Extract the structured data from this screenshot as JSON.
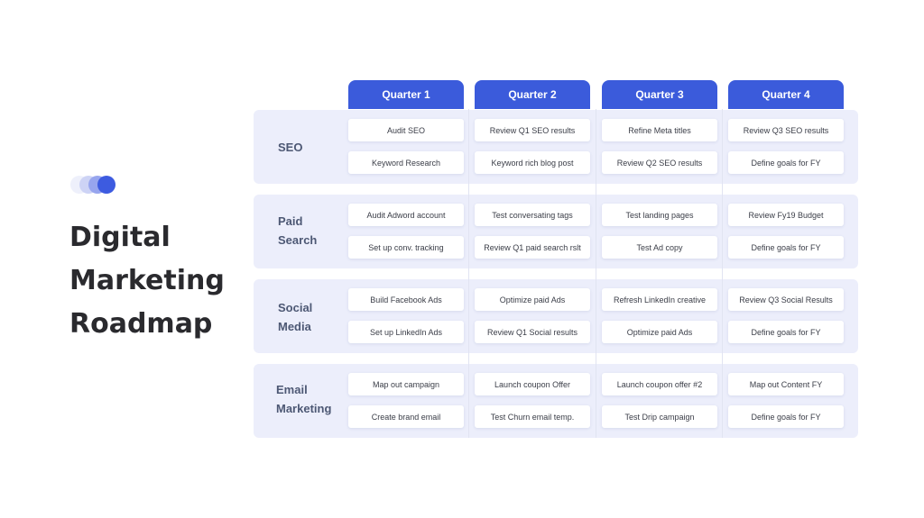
{
  "title_lines": [
    "Digital",
    "Marketing",
    "Roadmap"
  ],
  "quarters": [
    "Quarter 1",
    "Quarter 2",
    "Quarter 3",
    "Quarter 4"
  ],
  "rows": [
    {
      "label_lines": [
        "SEO"
      ],
      "tasks": [
        [
          "Audit SEO",
          "Keyword Research"
        ],
        [
          "Review Q1 SEO results",
          "Keyword rich blog post"
        ],
        [
          "Refine Meta titles",
          "Review Q2 SEO results"
        ],
        [
          "Review Q3 SEO results",
          "Define goals for FY"
        ]
      ]
    },
    {
      "label_lines": [
        "Paid",
        "Search"
      ],
      "tasks": [
        [
          "Audit Adword account",
          "Set up conv. tracking"
        ],
        [
          "Test conversating tags",
          "Review Q1 paid search rslt"
        ],
        [
          "Test landing pages",
          "Test Ad copy"
        ],
        [
          "Review Fy19 Budget",
          "Define goals for FY"
        ]
      ]
    },
    {
      "label_lines": [
        "Social",
        "Media"
      ],
      "tasks": [
        [
          "Build Facebook Ads",
          "Set up LinkedIn Ads"
        ],
        [
          "Optimize paid Ads",
          "Review Q1 Social results"
        ],
        [
          "Refresh LinkedIn creative",
          "Optimize paid Ads"
        ],
        [
          "Review Q3 Social Results",
          "Define goals for FY"
        ]
      ]
    },
    {
      "label_lines": [
        "Email",
        "Marketing"
      ],
      "tasks": [
        [
          "Map out campaign",
          "Create brand email"
        ],
        [
          "Launch coupon Offer",
          "Test Churn email temp."
        ],
        [
          "Launch coupon offer #2",
          "Test Drip campaign"
        ],
        [
          "Map out Content FY",
          "Define goals for FY"
        ]
      ]
    }
  ],
  "colors": {
    "accent": "#3b5bdb",
    "band": "#eceefb",
    "title": "#2a2a2e",
    "row_label": "#4d5874"
  }
}
